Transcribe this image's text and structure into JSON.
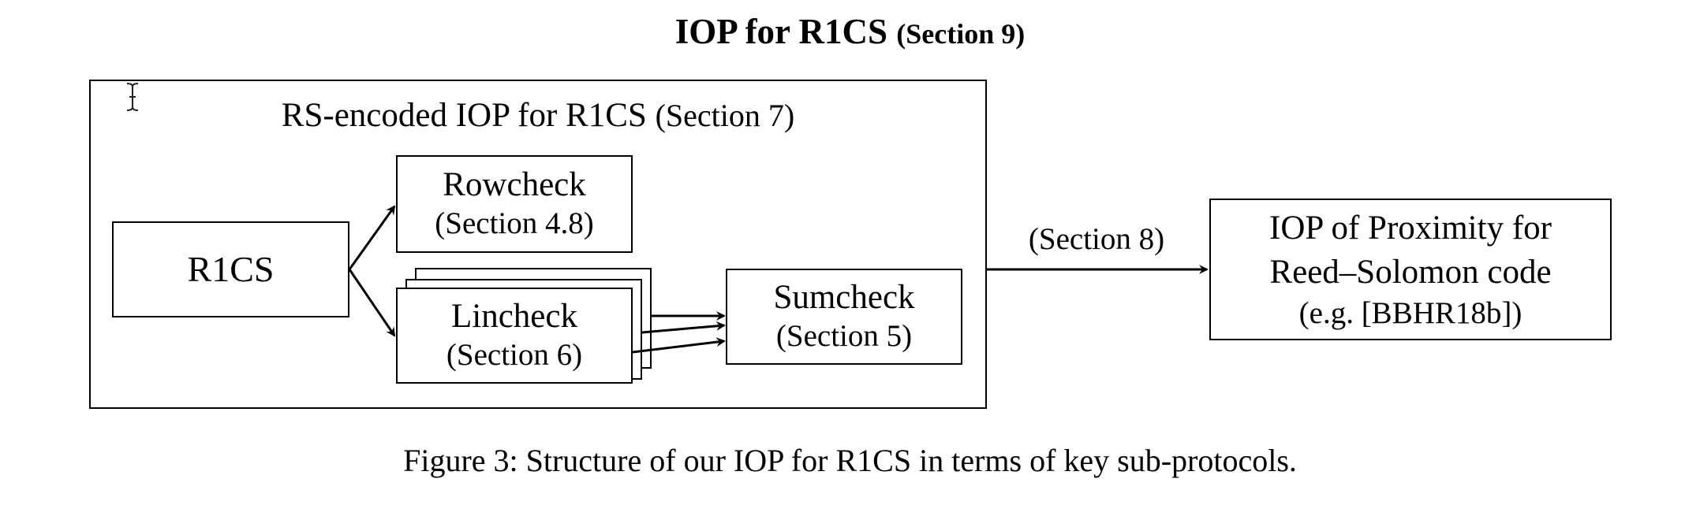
{
  "title": {
    "main": "IOP for R1CS",
    "paren": "(Section 9)"
  },
  "rs_box": {
    "main": "RS-encoded IOP for R1CS",
    "paren": "(Section 7)"
  },
  "r1cs": {
    "label": "R1CS"
  },
  "rowcheck": {
    "label": "Rowcheck",
    "section": "(Section 4.8)"
  },
  "lincheck": {
    "label": "Lincheck",
    "section": "(Section 6)"
  },
  "sumcheck": {
    "label": "Sumcheck",
    "section": "(Section 5)"
  },
  "edge_label": "(Section 8)",
  "iopp": {
    "line1": "IOP of Proximity for",
    "line2": "Reed–Solomon code",
    "line3": "(e.g. [BBHR18b])"
  },
  "caption": "Figure 3: Structure of our IOP for R1CS in terms of key sub-protocols.",
  "icons": {
    "cursor": "text-cursor-icon"
  }
}
